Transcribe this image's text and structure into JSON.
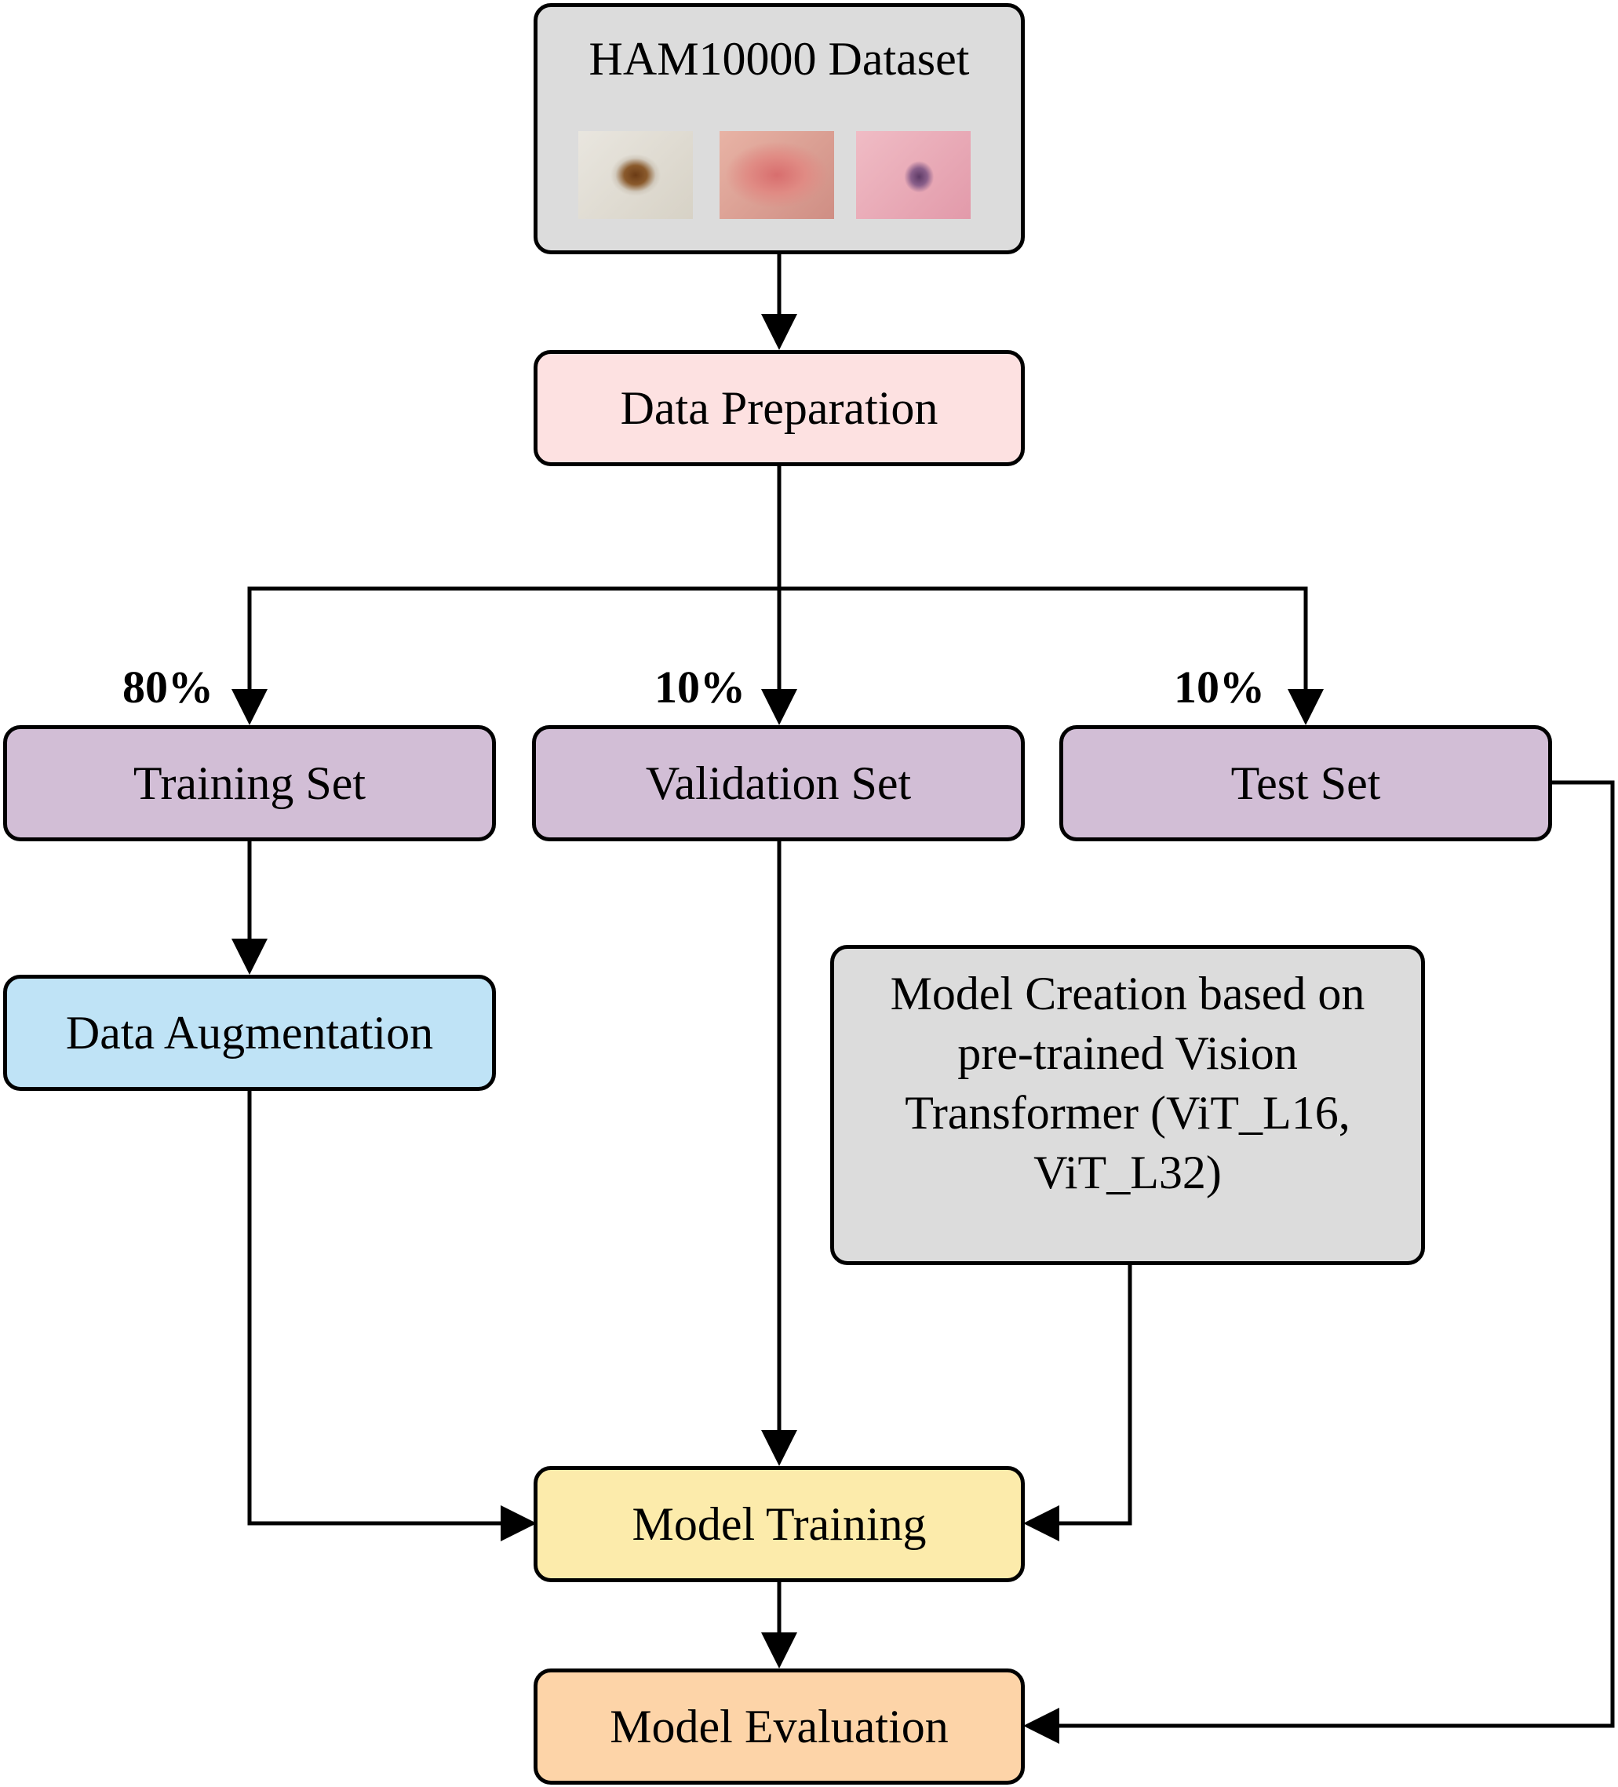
{
  "dataset": {
    "title": "HAM10000 Dataset",
    "images": [
      "dermoscopy-lesion-brown",
      "dermoscopy-lesion-red",
      "dermoscopy-lesion-purple"
    ]
  },
  "nodes": {
    "data_preparation": "Data Preparation",
    "training_set": "Training Set",
    "validation_set": "Validation Set",
    "test_set": "Test Set",
    "data_augmentation": "Data Augmentation",
    "model_creation": "Model Creation based on pre-trained Vision Transformer (ViT_L16, ViT_L32)",
    "model_training": "Model Training",
    "model_evaluation": "Model Evaluation"
  },
  "splits": {
    "training": "80%",
    "validation": "10%",
    "test": "10%"
  },
  "colors": {
    "dataset_fill": "#dcdcdc",
    "preparation_fill": "#fde1e1",
    "split_fill": "#d2bed6",
    "augmentation_fill": "#bfe3f6",
    "creation_fill": "#dcdcdc",
    "training_fill": "#fcebab",
    "evaluation_fill": "#fdd4a8",
    "line": "#000000"
  }
}
